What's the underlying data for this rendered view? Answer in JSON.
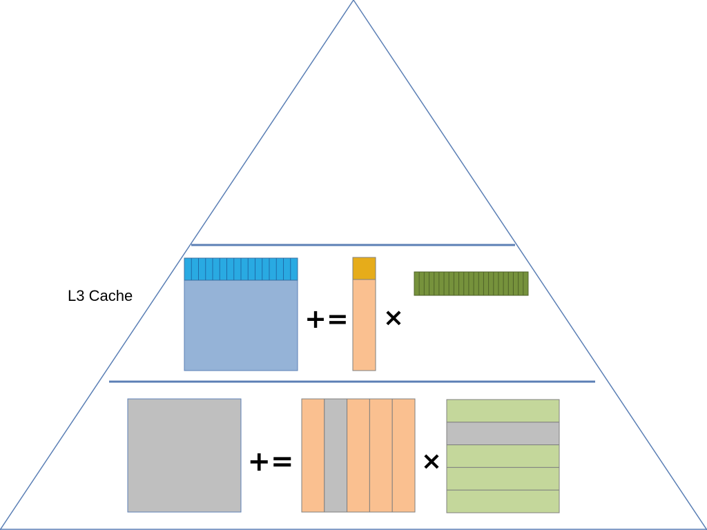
{
  "labels": {
    "l3": "L3 Cache"
  },
  "operators": {
    "plus_equals": "+=",
    "times": "×"
  },
  "colors": {
    "outline": "#5b7fb5",
    "c_block": "#95b3d7",
    "c_row_strip": "#29aae2",
    "a_column": "#fac090",
    "a_element": "#e6ac1a",
    "b_row": "#76923c",
    "gray_block": "#bfbfbf",
    "b_panel": "#c4d79b",
    "operator": "#000000"
  },
  "structure": {
    "c_row_segments": 16,
    "b_row_segments": 23,
    "a_panel_columns": [
      "orange",
      "gray",
      "orange",
      "orange",
      "orange"
    ],
    "b_panel_rows": [
      "green",
      "gray",
      "green",
      "green",
      "green"
    ]
  }
}
